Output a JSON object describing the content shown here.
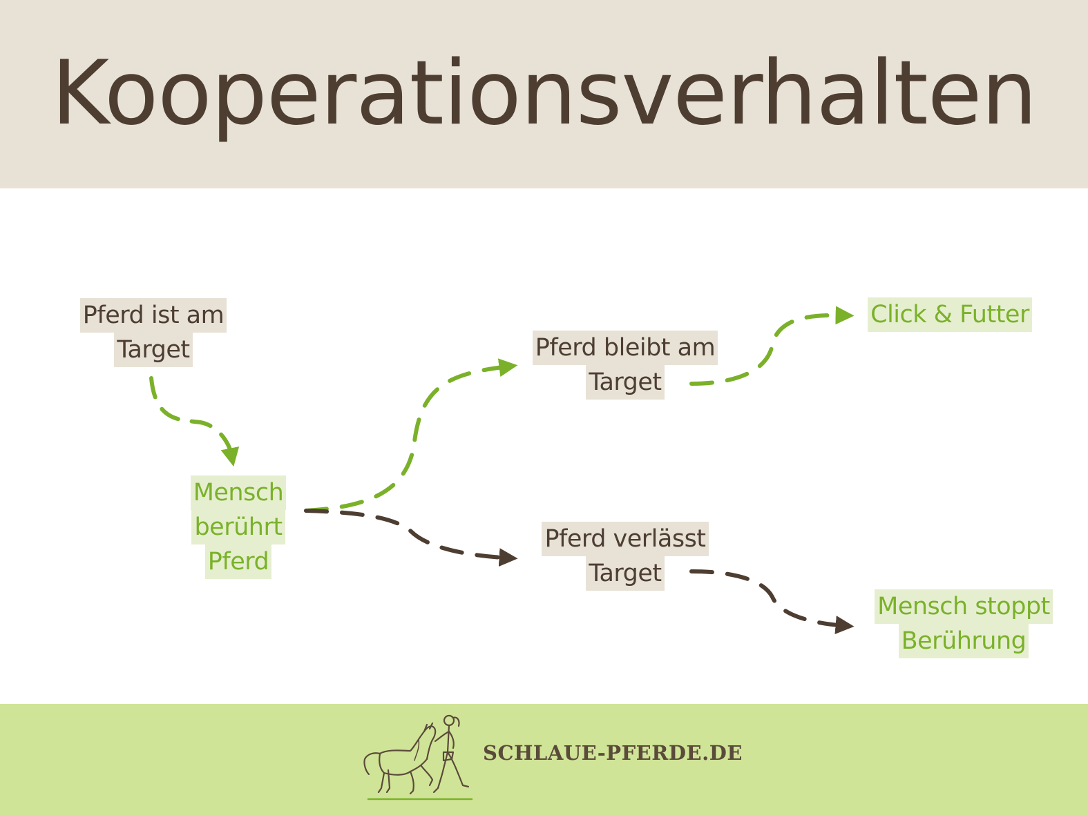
{
  "title": "Kooperationsverhalten",
  "nodes": {
    "pferd_am_target": {
      "lines": [
        "Pferd ist am",
        "Target"
      ]
    },
    "mensch_beruehrt": {
      "lines": [
        "Mensch",
        "berührt",
        "Pferd"
      ]
    },
    "pferd_bleibt": {
      "lines": [
        "Pferd bleibt am",
        "Target"
      ]
    },
    "click_futter": {
      "lines": [
        "Click & Futter"
      ]
    },
    "pferd_verlaesst": {
      "lines": [
        "Pferd verlässt",
        "Target"
      ]
    },
    "mensch_stoppt": {
      "lines": [
        "Mensch stoppt",
        "Berührung"
      ]
    }
  },
  "footer": {
    "brand": "SCHLAUE-PFERDE.DE",
    "logo_icon": "horse-and-girl-logo-icon"
  },
  "colors": {
    "header_bg": "#e8e2d6",
    "title_text": "#4e3e32",
    "brown": "#4e3e32",
    "green": "#7bb12a",
    "green_node_bg": "#e5efcf",
    "footer_bg": "#d0e497"
  }
}
